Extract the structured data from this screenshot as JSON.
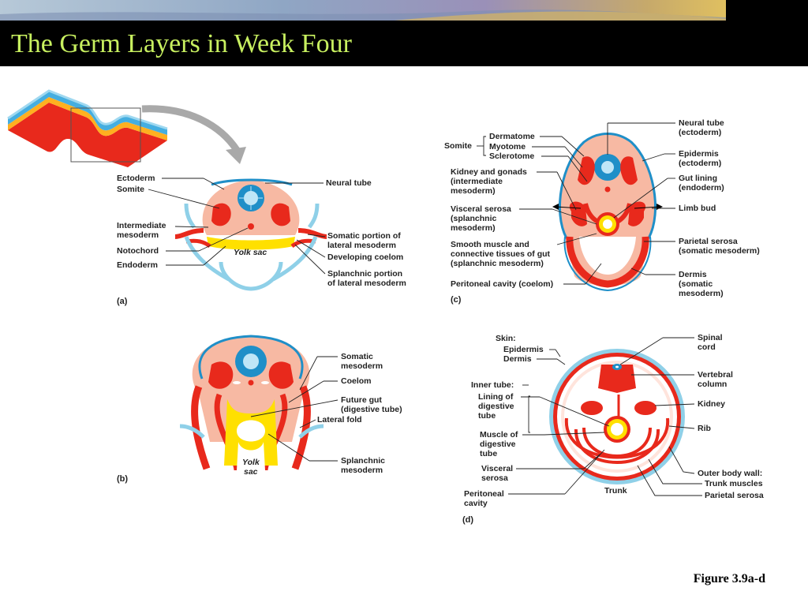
{
  "title": "The Germ Layers in Week Four",
  "caption": "Figure 3.9a-d",
  "colors": {
    "banner_bg": "#000000",
    "title_text": "#c8f060",
    "mesoderm": "#e8291c",
    "tissue": "#f7b9a3",
    "ectoderm_blue": "#1f8fc8",
    "endoderm_yellow": "#ffe000",
    "arrow_blue": "#8fd0e8"
  },
  "panel_a": {
    "tag": "(a)",
    "labels": {
      "ectoderm": "Ectoderm",
      "somite": "Somite",
      "intermediate": [
        "Intermediate",
        "mesoderm"
      ],
      "notochord": "Notochord",
      "endoderm": "Endoderm",
      "neural_tube": "Neural tube",
      "somatic": [
        "Somatic portion of",
        "lateral mesoderm"
      ],
      "coelom": "Developing coelom",
      "splanchnic": [
        "Splanchnic portion",
        "of lateral mesoderm"
      ],
      "yolk_sac": "Yolk sac"
    }
  },
  "panel_b": {
    "tag": "(b)",
    "labels": {
      "somatic": [
        "Somatic",
        "mesoderm"
      ],
      "coelom": "Coelom",
      "future_gut": [
        "Future gut",
        "(digestive tube)"
      ],
      "lateral_fold": "Lateral fold",
      "splanchnic": [
        "Splanchnic",
        "mesoderm"
      ],
      "yolk_sac": [
        "Yolk",
        "sac"
      ]
    }
  },
  "panel_c": {
    "tag": "(c)",
    "labels": {
      "somite": "Somite",
      "dermatome": "Dermatome",
      "myotome": "Myotome",
      "sclerotome": "Sclerotome",
      "kidney": [
        "Kidney and gonads",
        "(intermediate",
        "mesoderm)"
      ],
      "visceral": [
        "Visceral serosa",
        "(splanchnic",
        "mesoderm)"
      ],
      "smooth": [
        "Smooth muscle and",
        "connective tissues of gut",
        "(splanchnic mesoderm)"
      ],
      "peritoneal": "Peritoneal cavity (coelom)",
      "neural_tube": [
        "Neural tube",
        "(ectoderm)"
      ],
      "epidermis": [
        "Epidermis",
        "(ectoderm)"
      ],
      "gut_lining": [
        "Gut lining",
        "(endoderm)"
      ],
      "limb_bud": "Limb bud",
      "parietal": [
        "Parietal serosa",
        "(somatic mesoderm)"
      ],
      "dermis": [
        "Dermis",
        "(somatic",
        "mesoderm)"
      ]
    }
  },
  "panel_d": {
    "tag": "(d)",
    "labels": {
      "skin": "Skin:",
      "epidermis": "Epidermis",
      "dermis": "Dermis",
      "inner_tube": "Inner tube:",
      "lining": [
        "Lining of",
        "digestive",
        "tube"
      ],
      "muscle": [
        "Muscle of",
        "digestive",
        "tube"
      ],
      "visceral": [
        "Visceral",
        "serosa"
      ],
      "peritoneal": [
        "Peritoneal",
        "cavity"
      ],
      "spinal": [
        "Spinal",
        "cord"
      ],
      "vertebral": [
        "Vertebral",
        "column"
      ],
      "kidney": "Kidney",
      "rib": "Rib",
      "outer": "Outer body wall:",
      "trunk_muscles": "Trunk muscles",
      "parietal": "Parietal serosa",
      "trunk": "Trunk"
    }
  }
}
